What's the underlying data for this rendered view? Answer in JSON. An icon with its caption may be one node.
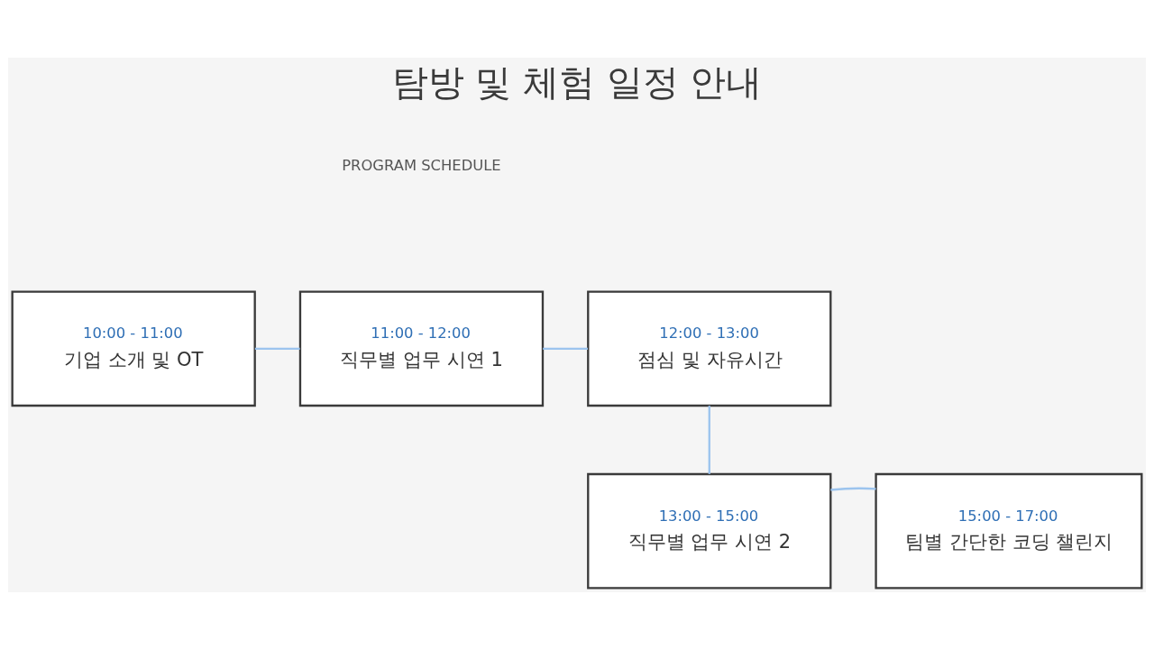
{
  "diagram": {
    "title": "탐방 및 체험 일정 안내",
    "nodes": [
      {
        "text": [
          "10:00 - 11:00",
          "기업 소개 및 OT"
        ]
      },
      {
        "text": [
          "11:00 - 12:00",
          "직무별 업무 시연 1"
        ]
      },
      {
        "text": [
          "12:00 - 13:00",
          "점심 및 자유시간"
        ]
      },
      {
        "text": [
          "15:00 - 17:00",
          "팀별 간단한 코딩 챌린지"
        ]
      },
      {
        "text": [
          "13:00 - 15:00",
          "직무별 업무 시연 2"
        ]
      }
    ],
    "edges": [
      {
        "from": 0,
        "to": 1,
        "arrow": "none"
      },
      {
        "from": 1,
        "to": 2,
        "arrow": "none"
      },
      {
        "from": 2,
        "to": 4,
        "arrow": "none"
      },
      {
        "from": 4,
        "to": 3,
        "arrow": "none"
      }
    ],
    "labels": [
      "PROGRAM SCHEDULE"
    ]
  }
}
